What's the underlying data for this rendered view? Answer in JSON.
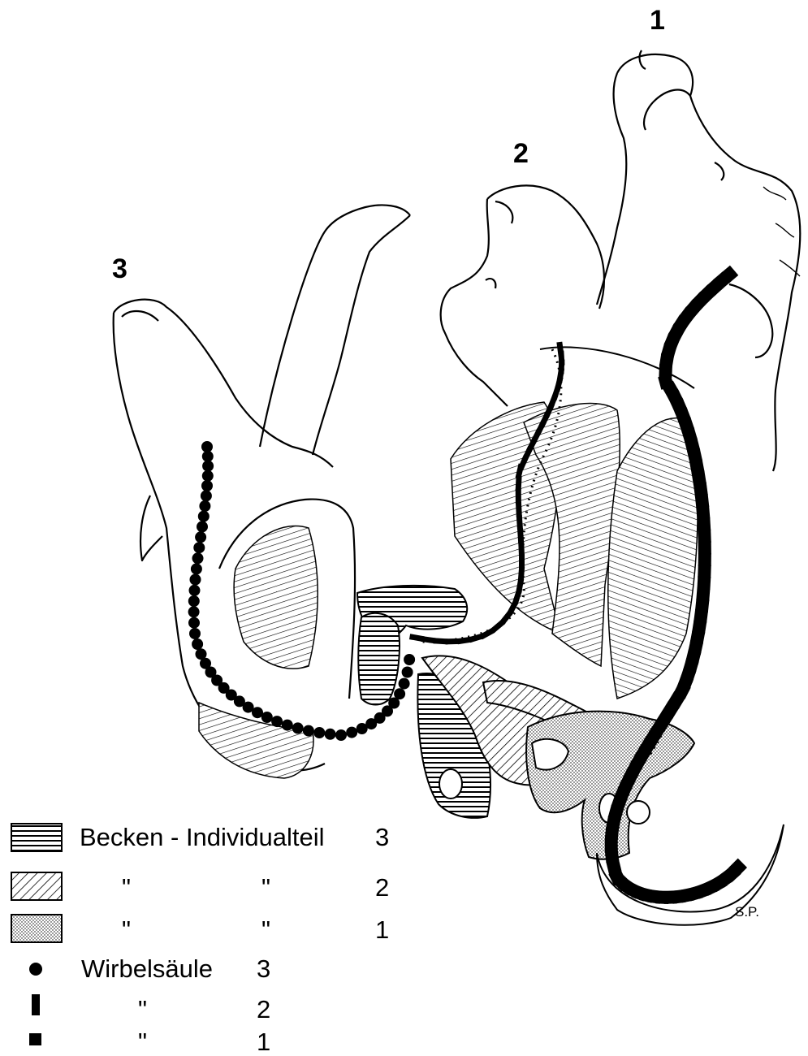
{
  "figure": {
    "labels": {
      "animal_1": "1",
      "animal_2": "2",
      "animal_3": "3"
    },
    "signature": "S.P."
  },
  "legend": [
    {
      "swatch": "horizontal-hatch",
      "text": "Becken - Individualteil",
      "mid": "",
      "number": "3"
    },
    {
      "swatch": "diagonal-hatch",
      "text": "\"",
      "mid": "\"",
      "number": "2"
    },
    {
      "swatch": "stipple",
      "text": "\"",
      "mid": "\"",
      "number": "1"
    },
    {
      "swatch": "dot",
      "text": "Wirbelsäule",
      "mid": "",
      "number": "3"
    },
    {
      "swatch": "bar",
      "text": "\"",
      "mid": "",
      "number": "2"
    },
    {
      "swatch": "square",
      "text": "\"",
      "mid": "",
      "number": "1"
    }
  ]
}
